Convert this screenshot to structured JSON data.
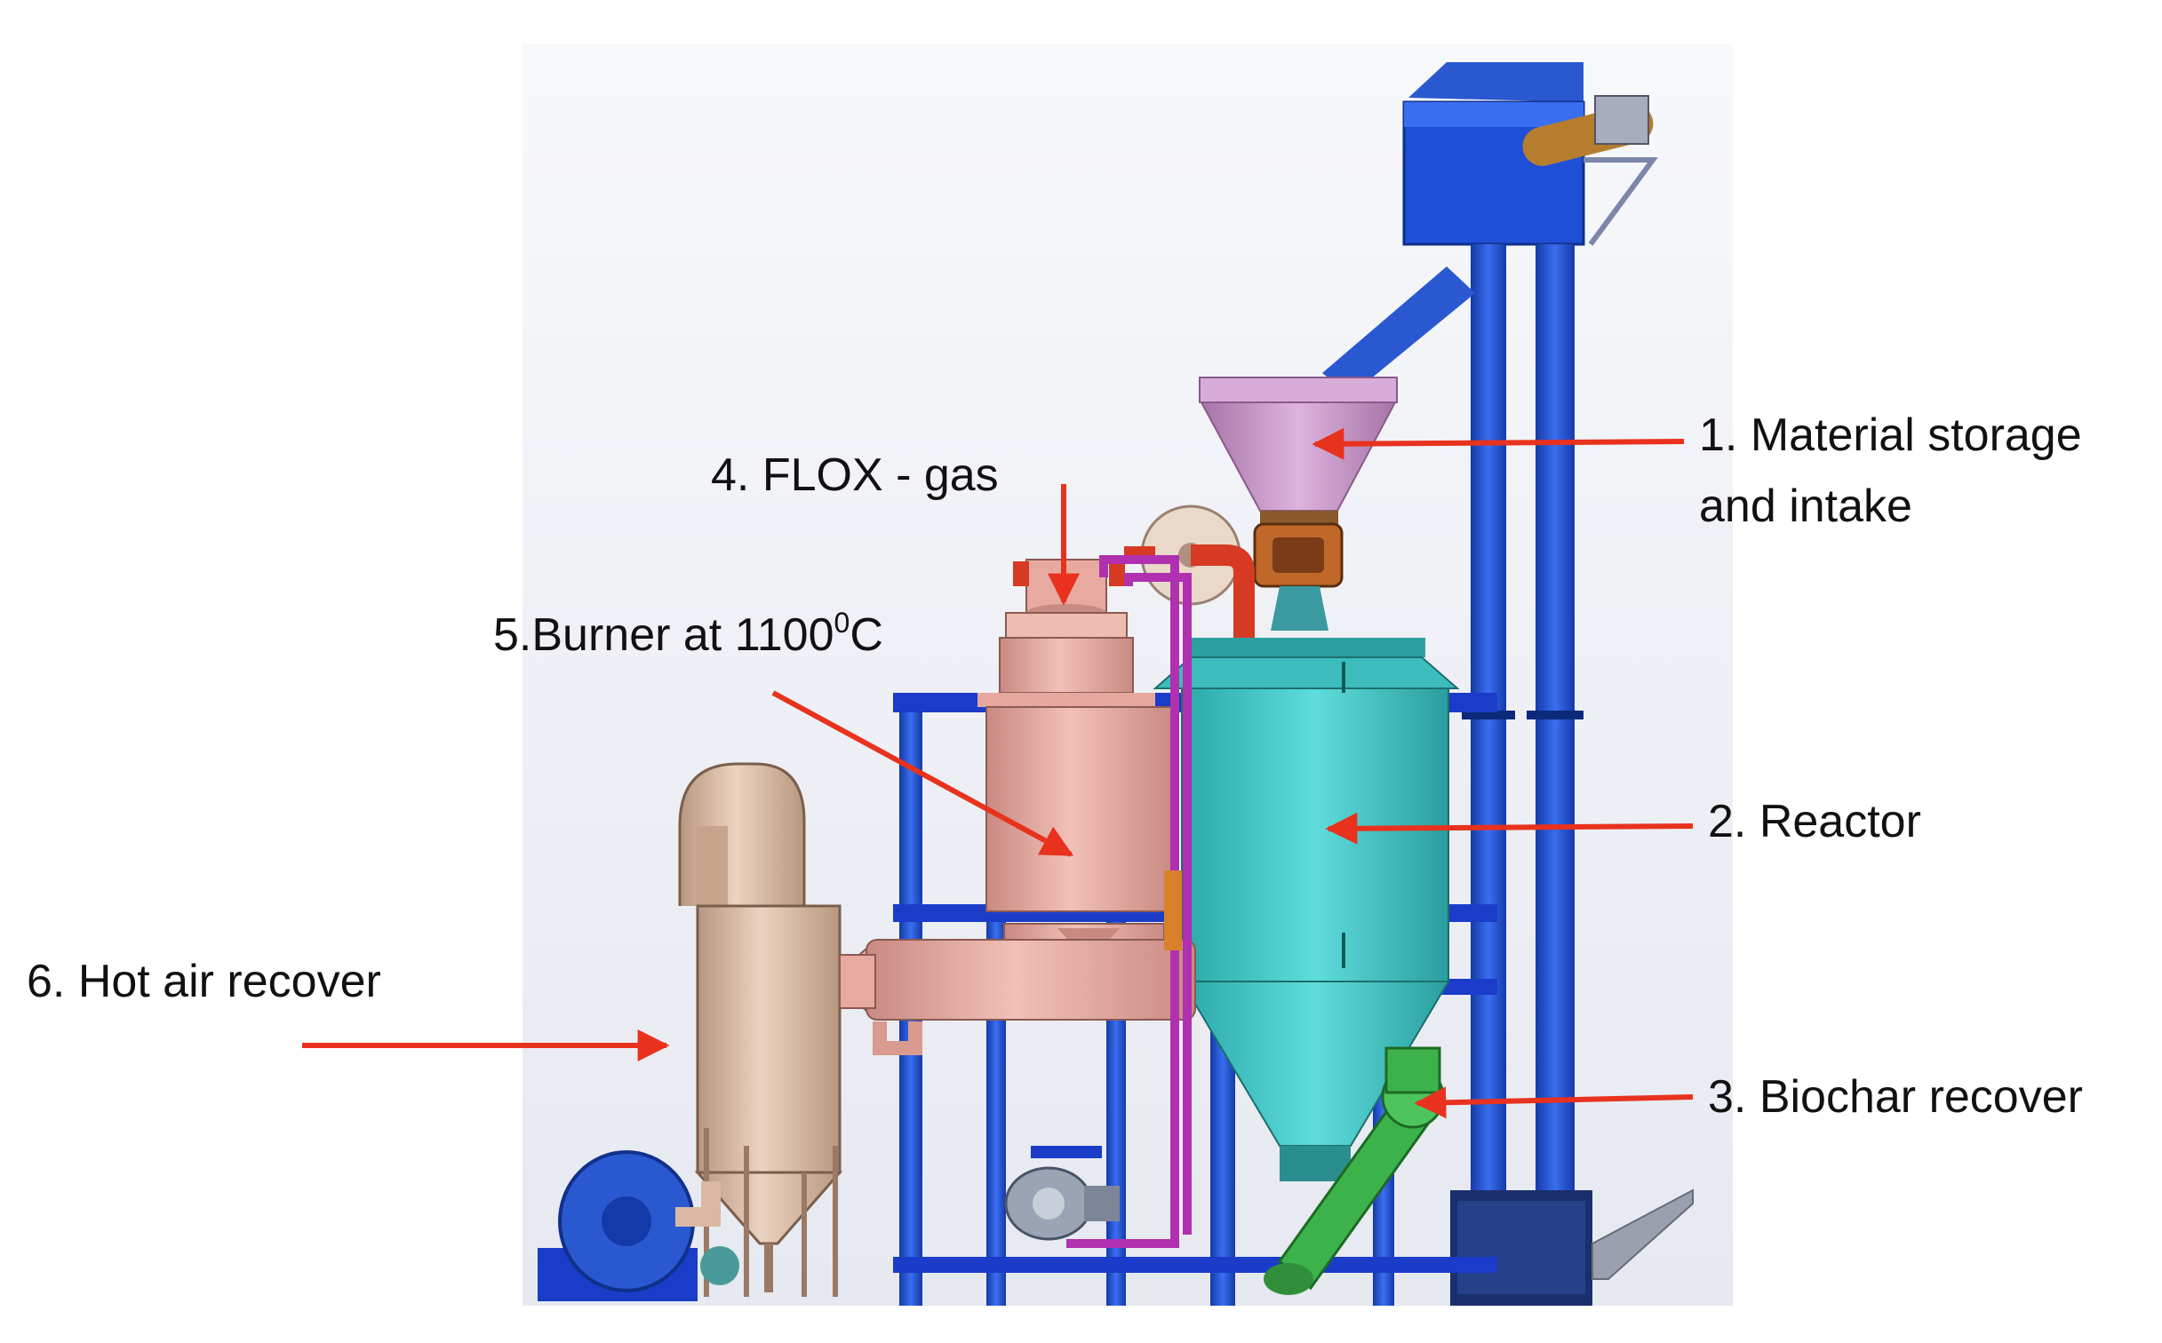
{
  "labels": {
    "material_storage_line1": "1. Material storage",
    "material_storage_line2": "and intake",
    "reactor": "2. Reactor",
    "biochar_recover": "3. Biochar recover",
    "flox_gas": "4. FLOX - gas",
    "burner_prefix": "5.Burner at 1100",
    "burner_superscript": "0",
    "burner_unit": "C",
    "hot_air_recover": "6. Hot air recover"
  },
  "colors": {
    "arrow": "#e8321e",
    "frame": "#1a3cc8",
    "elevator": "#1f4fd6",
    "hopper": "#c89ac8",
    "reactor": "#3fc6c6",
    "burner": "#e8aaa0",
    "cyclone": "#d9b9a3",
    "biochar_screw": "#3cb34a",
    "motor": "#c0682a",
    "flox_pipe": "#b030b0",
    "red_pipe": "#d63a22"
  }
}
